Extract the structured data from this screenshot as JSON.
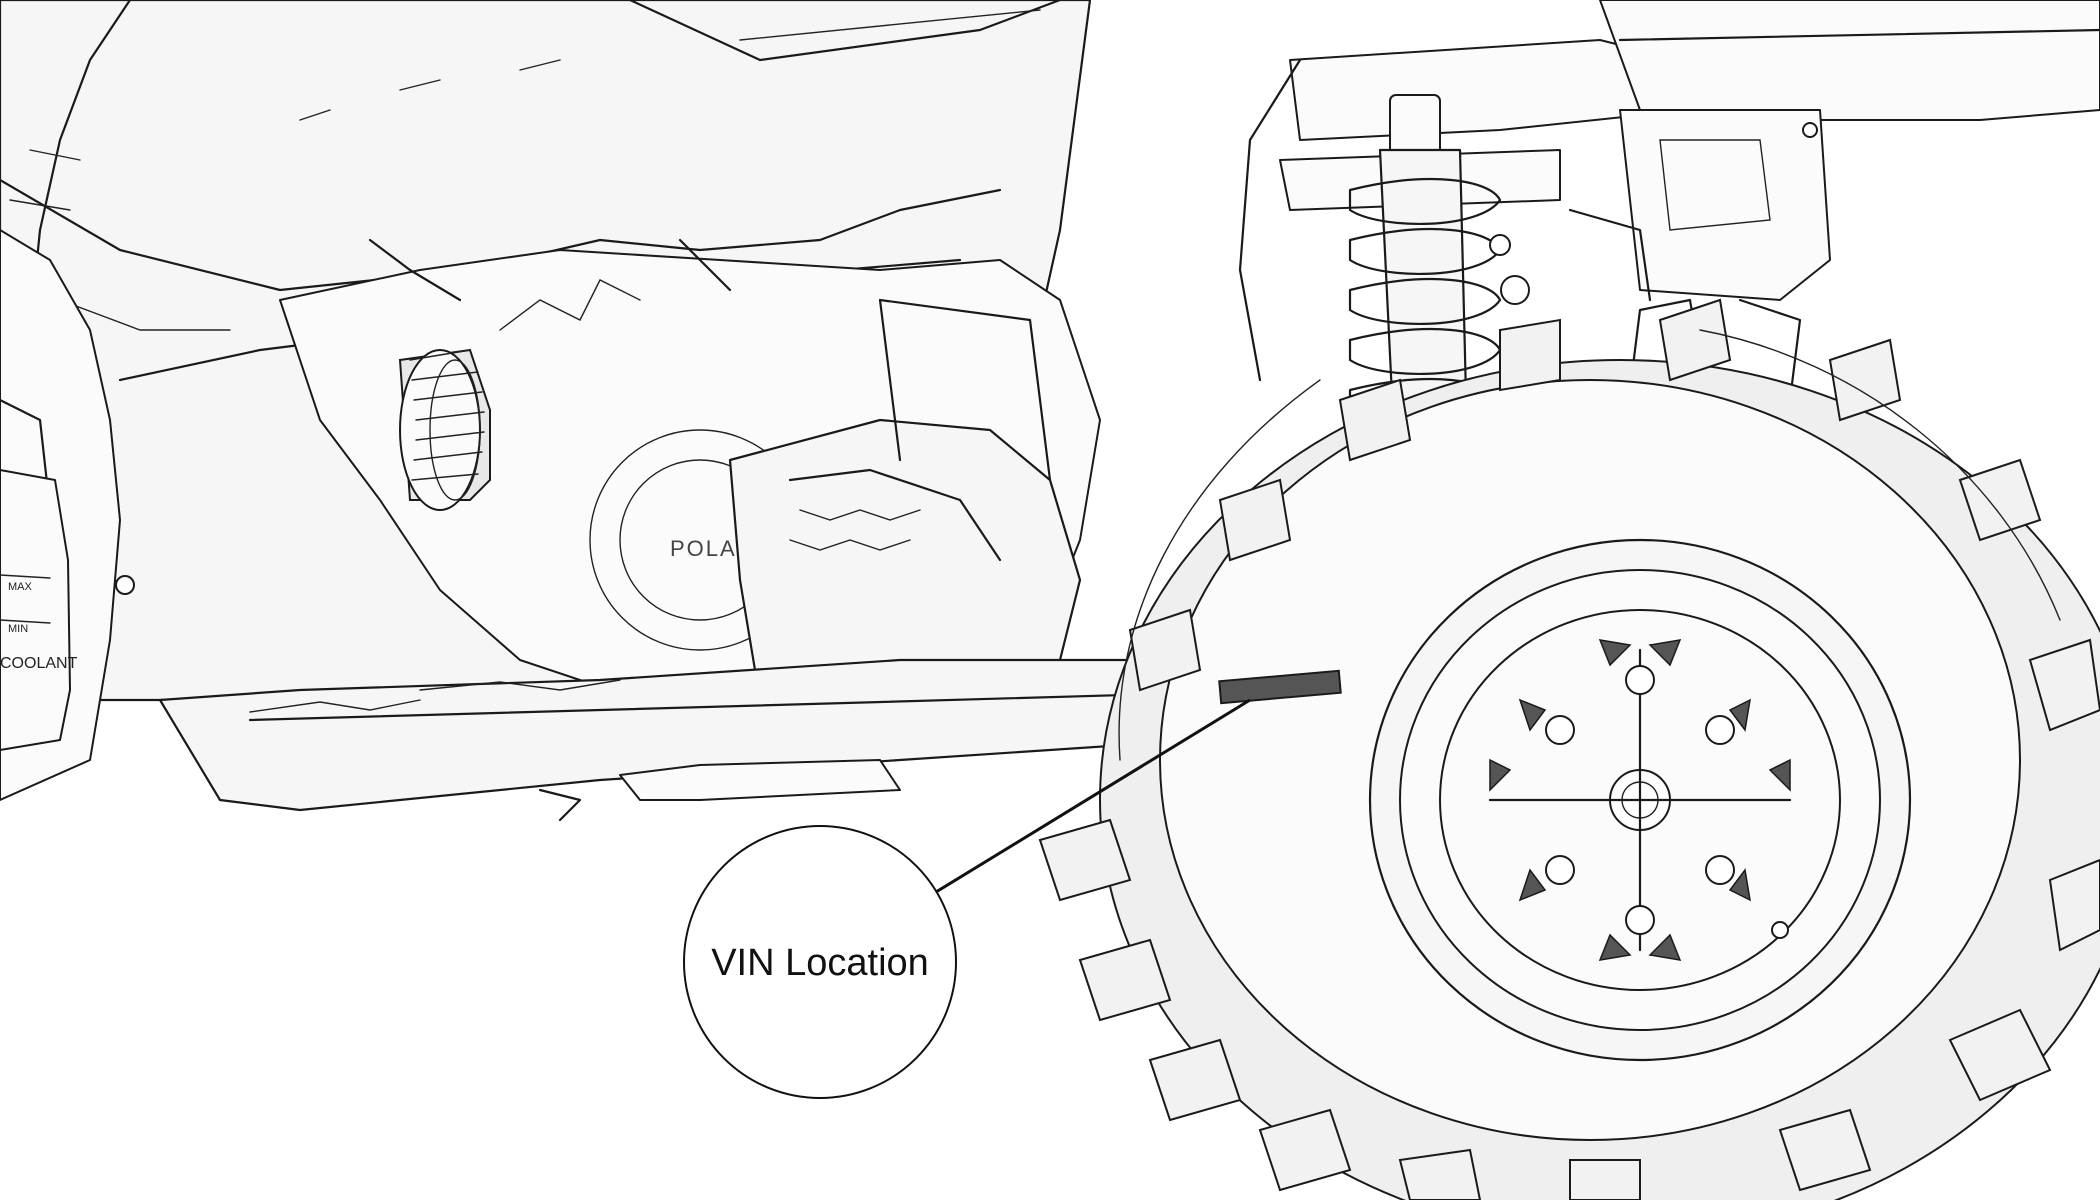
{
  "callout": {
    "label": "VIN Location"
  },
  "colors": {
    "line": "#1a1a1a",
    "fill": "#f6f6f6",
    "vin_plate": "#555555",
    "background": "#ffffff"
  },
  "embossed_text": {
    "brand": "POLARIS",
    "reservoir_max": "MAX",
    "reservoir_min": "MIN",
    "reservoir_label": "COOLANT"
  }
}
